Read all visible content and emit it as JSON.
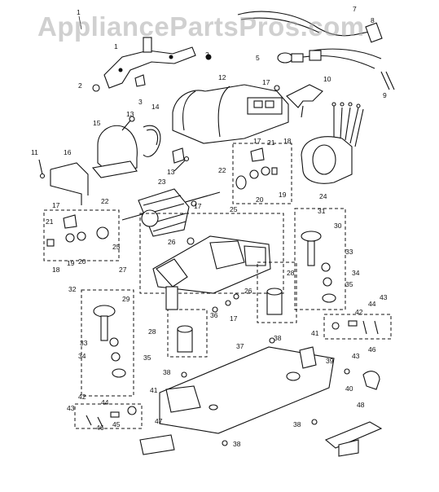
{
  "watermark": "AppliancePartsPros.com",
  "callouts": [
    "1",
    "2",
    "3",
    "5",
    "7",
    "8",
    "9",
    "10",
    "11",
    "12",
    "13",
    "14",
    "15",
    "16",
    "17",
    "18",
    "19",
    "20",
    "21",
    "22",
    "23",
    "24",
    "25",
    "26",
    "27",
    "28",
    "29",
    "30",
    "31",
    "32",
    "33",
    "34",
    "35",
    "36",
    "37",
    "38",
    "39",
    "40",
    "41",
    "42",
    "43",
    "44",
    "45",
    "46",
    "47",
    "48"
  ]
}
